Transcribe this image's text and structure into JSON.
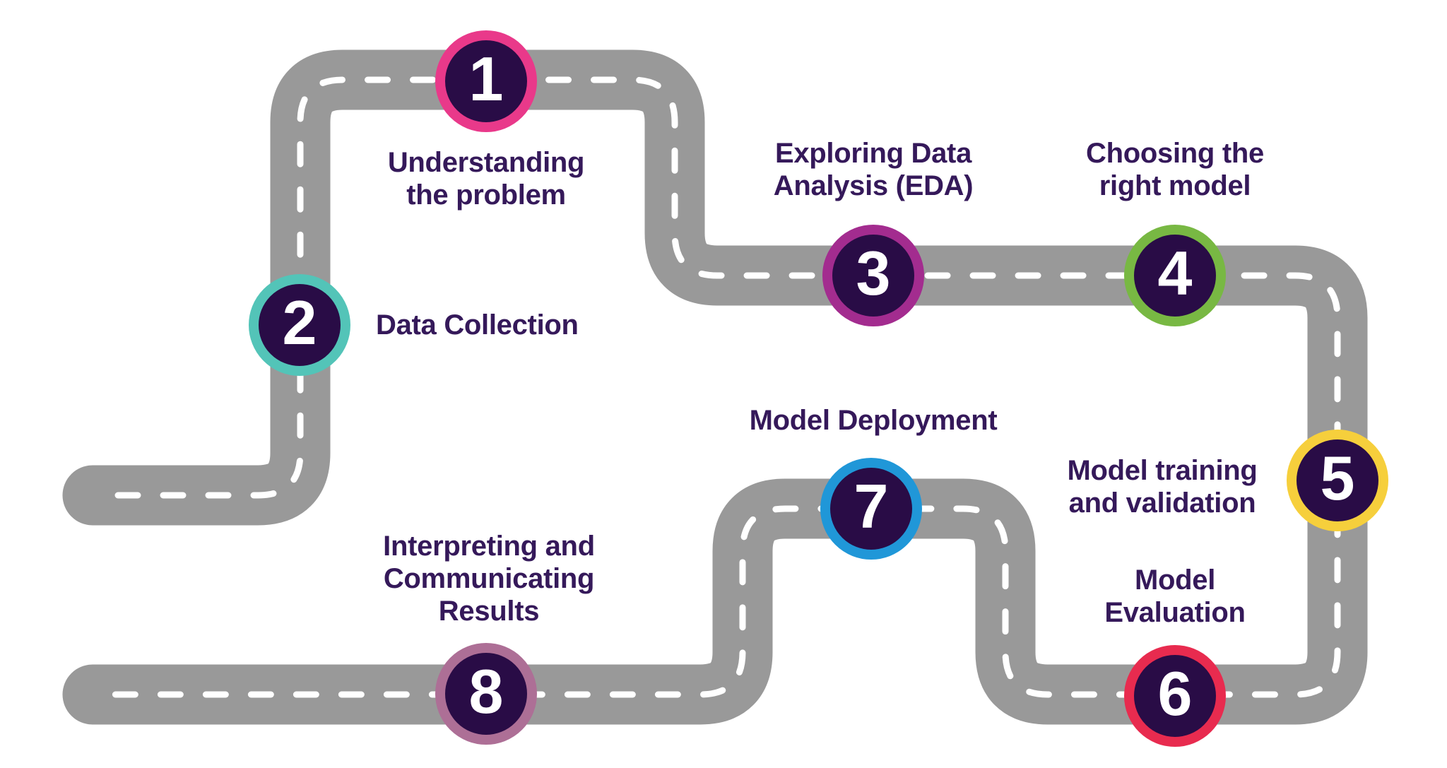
{
  "diagram": {
    "type": "roadmap",
    "colors": {
      "road": "#999999",
      "center_line": "#ffffff",
      "marker_fill": "#290c46",
      "label_text": "#35195a",
      "number_text": "#ffffff"
    },
    "steps": [
      {
        "number": "1",
        "label": "Understanding\nthe problem",
        "ring_color": "#e9398a"
      },
      {
        "number": "2",
        "label": "Data Collection",
        "ring_color": "#53c4b8"
      },
      {
        "number": "3",
        "label": "Exploring Data\nAnalysis (EDA)",
        "ring_color": "#a32c8f"
      },
      {
        "number": "4",
        "label": "Choosing the\nright model",
        "ring_color": "#78b843"
      },
      {
        "number": "5",
        "label": "Model training\nand validation",
        "ring_color": "#f6cf3c"
      },
      {
        "number": "6",
        "label": "Model\nEvaluation",
        "ring_color": "#e82b4f"
      },
      {
        "number": "7",
        "label": "Model Deployment",
        "ring_color": "#2097d8"
      },
      {
        "number": "8",
        "label": "Interpreting and\nCommunicating\nResults",
        "ring_color": "#ad6f96"
      }
    ]
  }
}
